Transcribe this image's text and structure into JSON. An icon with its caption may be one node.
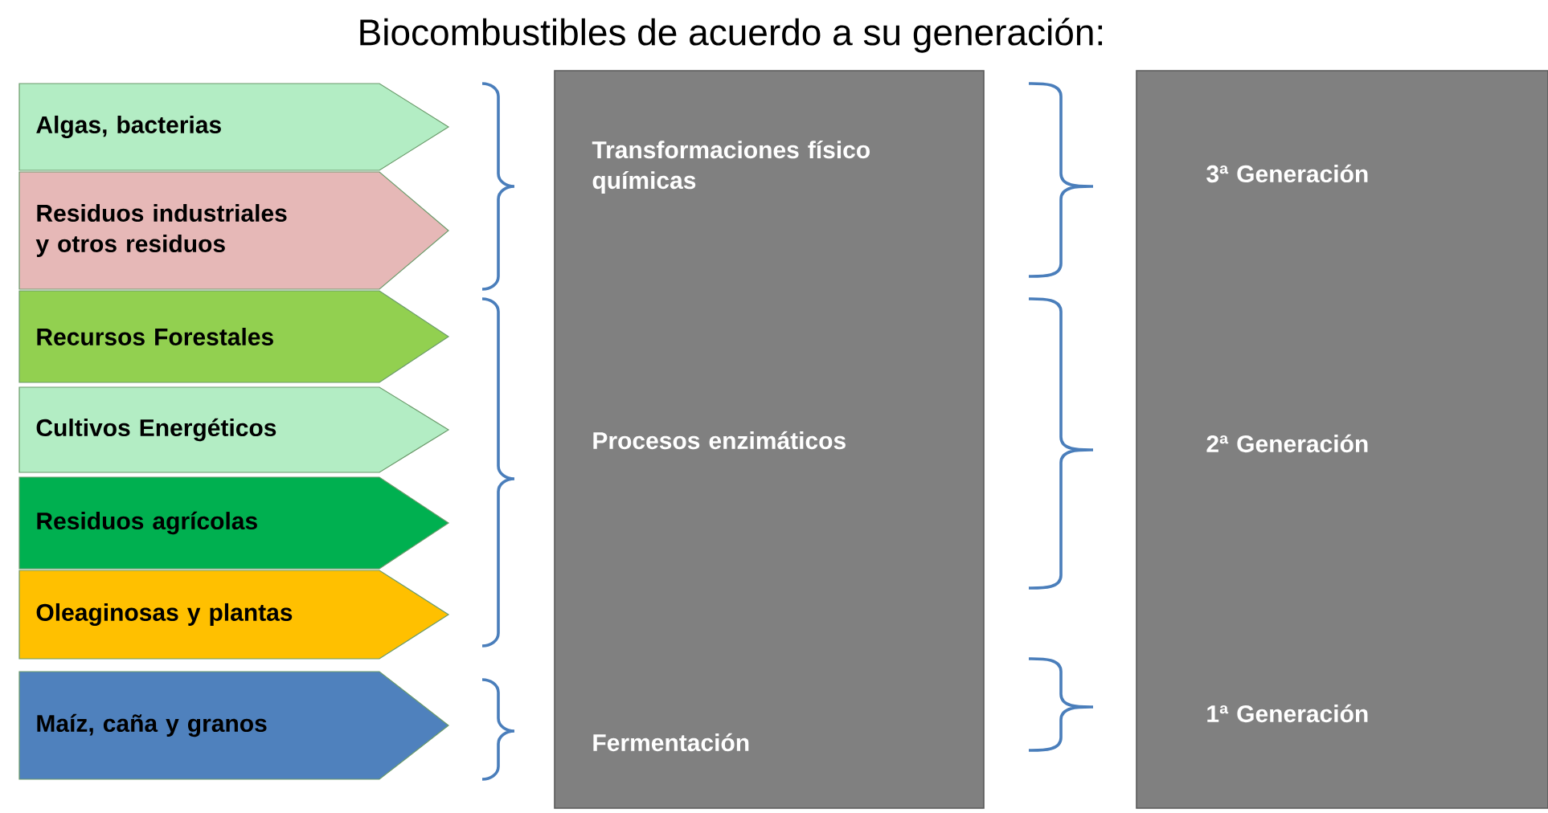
{
  "diagram": {
    "title": "Biocombustibles  de acuerdo a su generación:",
    "nodes": [
      {
        "text": [
          "Algas, bacterias"
        ]
      },
      {
        "text": [
          "Residuos industriales y otros residuos"
        ]
      },
      {
        "text": [
          "Recursos Forestales"
        ]
      },
      {
        "text": [
          "Cultivos Energéticos"
        ]
      },
      {
        "text": [
          "Residuos agrícolas"
        ]
      },
      {
        "text": [
          "Oleaginosas y plantas"
        ]
      },
      {
        "text": [
          "Maíz, caña y granos"
        ]
      },
      {
        "text": [
          "Transformaciones físico químicas",
          "Procesos enzimáticos",
          "Fermentación"
        ]
      },
      {
        "text": [
          "3ª Generación",
          "2ª Generación",
          "1ª Generación"
        ]
      }
    ]
  }
}
